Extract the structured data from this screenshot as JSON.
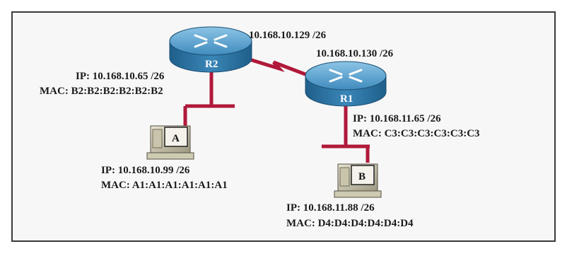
{
  "routers": {
    "r2": {
      "label": "R2"
    },
    "r1": {
      "label": "R1"
    }
  },
  "hosts": {
    "a": {
      "label": "A"
    },
    "b": {
      "label": "B"
    }
  },
  "labels": {
    "wan_r2_ip": "10.168.10.129 /26",
    "wan_r1_ip": "10.168.10.130 /26",
    "r2_lan_ip": "IP: 10.168.10.65 /26",
    "r2_lan_mac": "MAC: B2:B2:B2:B2:B2:B2",
    "r1_lan_ip": "IP: 10.168.11.65 /26",
    "r1_lan_mac": "MAC: C3:C3:C3:C3:C3:C3",
    "host_a_ip": "IP: 10.168.10.99 /26",
    "host_a_mac": "MAC: A1:A1:A1:A1:A1:A1",
    "host_b_ip": "IP: 10.168.11.88 /26",
    "host_b_mac": "MAC: D4:D4:D4:D4:D4:D4"
  },
  "colors": {
    "link": "#b0193a",
    "router_top": "#5aa3cf",
    "router_side": "#2c6e9a",
    "frame_border": "#3a3a3a"
  }
}
